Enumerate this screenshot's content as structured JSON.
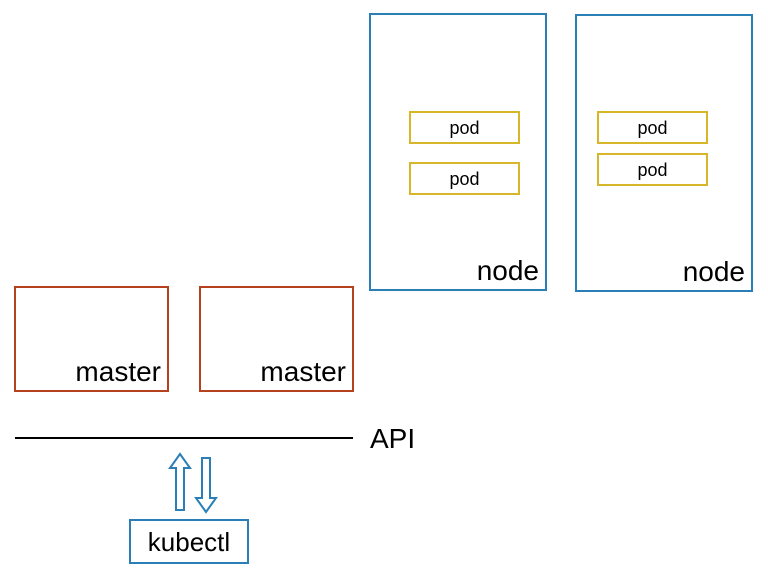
{
  "diagram": {
    "nodes": [
      {
        "label": "node",
        "pods": [
          "pod",
          "pod"
        ]
      },
      {
        "label": "node",
        "pods": [
          "pod",
          "pod"
        ]
      }
    ],
    "masters": [
      {
        "label": "master"
      },
      {
        "label": "master"
      }
    ],
    "api_label": "API",
    "client_label": "kubectl",
    "colors": {
      "master_border": "#b5411e",
      "node_border": "#2a7fb6",
      "pod_border": "#d8b62a",
      "arrow": "#2a7fb6"
    }
  }
}
